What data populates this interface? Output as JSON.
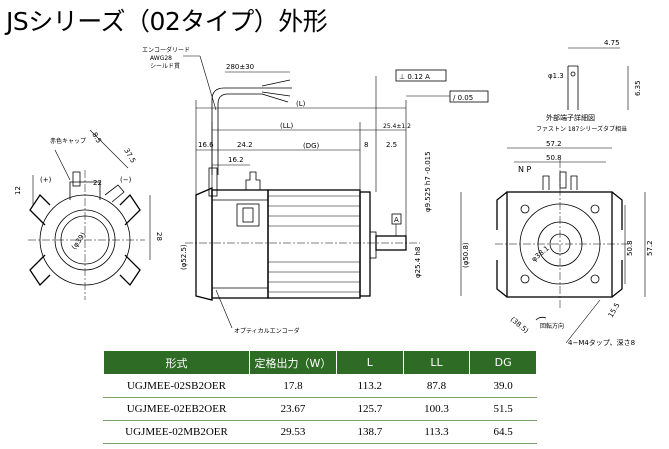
{
  "title": "JSシリーズ（02タイプ）外形",
  "labels": {
    "encoder_lead": "エンコーダリード",
    "awg": "AWG28",
    "shield": "シールド貫",
    "lead_len": "280±30",
    "L": "(L)",
    "LL": "(LL)",
    "DG": "(DG)",
    "d25": "25.4±1.2",
    "d166": "16.6",
    "d242": "24.2",
    "d162": "16.2",
    "d8": "8",
    "d25b": "2.5",
    "shaft": "φ9.525 h7 -0.015",
    "datumA": "A",
    "tol1": "⊥ 0.12 A",
    "tol2": "/ 0.05",
    "d52": "(φ52.5)",
    "d254": "φ25.4 h8",
    "d508": "(φ50.8)",
    "optical": "オプティカルエンコーダ",
    "red_cap": "赤色キャップ",
    "plus": "(+)",
    "minus": "(−)",
    "d85": "8.5",
    "d375": "37.5",
    "d12": "12",
    "d22": "22",
    "d28": "28",
    "d39": "(φ39)",
    "d475": "4.75",
    "d13": "φ1.3",
    "d635": "6.35",
    "ext_detail": "外部端子詳細図",
    "faston": "ファストン 187シリーズタブ相当",
    "d572": "57.2",
    "d508b": "50.8",
    "np": "N P",
    "d381": "φ38.1",
    "d155": "15.5",
    "d385": "(38.5)",
    "rotation": "回転方向",
    "tap": "4−M4タップ、深さ8",
    "d508v": "50.8",
    "d572v": "57.2"
  },
  "table": {
    "headers": [
      "形式",
      "定格出力（W）",
      "L",
      "LL",
      "DG"
    ],
    "rows": [
      [
        "UGJMEE-02SB2OER",
        "17.8",
        "113.2",
        "87.8",
        "39.0"
      ],
      [
        "UGJMEE-02EB2OER",
        "23.67",
        "125.7",
        "100.3",
        "51.5"
      ],
      [
        "UGJMEE-02MB2OER",
        "29.53",
        "138.7",
        "113.3",
        "64.5"
      ]
    ]
  }
}
